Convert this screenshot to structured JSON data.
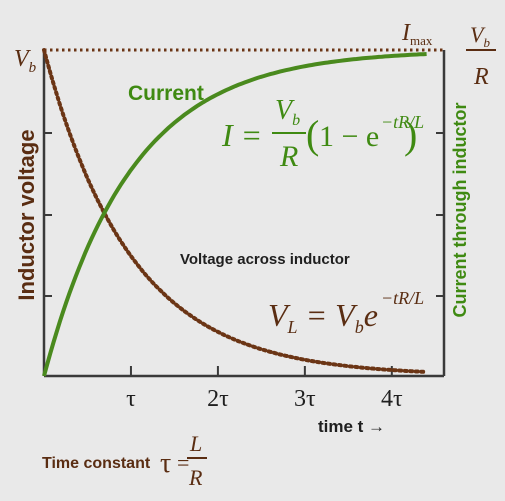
{
  "chart_data": {
    "type": "line",
    "title": "",
    "xlabel": "time t →",
    "ylabel_left": "Inductor voltage",
    "ylabel_right": "Current through inductor",
    "x_ticks": [
      "τ",
      "2τ",
      "3τ",
      "4τ"
    ],
    "x_tick_values": [
      1,
      2,
      3,
      4
    ],
    "xlim": [
      0,
      4.6
    ],
    "ylim": [
      0,
      1
    ],
    "left_axis_label": "Vb",
    "right_axis_label": "Vb/R",
    "max_label": "Imax",
    "time_constant_label": "Time constant",
    "time_constant_formula": {
      "symbol": "τ",
      "equals": "=",
      "num": "L",
      "den": "R"
    },
    "series": [
      {
        "name": "Current",
        "style": "solid",
        "color": "#4a8a1e",
        "x": [
          0,
          0.25,
          0.5,
          0.75,
          1,
          1.25,
          1.5,
          2,
          2.5,
          3,
          3.5,
          4,
          4.4
        ],
        "y": [
          0,
          0.221,
          0.393,
          0.528,
          0.632,
          0.713,
          0.777,
          0.865,
          0.918,
          0.95,
          0.97,
          0.982,
          0.988
        ],
        "formula": "I = (Vb/R)(1 − e^(−tR/L))"
      },
      {
        "name": "Voltage across inductor",
        "style": "dotted",
        "color": "#6b3515",
        "x": [
          0,
          0.25,
          0.5,
          0.75,
          1,
          1.25,
          1.5,
          2,
          2.5,
          3,
          3.5,
          4,
          4.4
        ],
        "y": [
          1,
          0.779,
          0.607,
          0.472,
          0.368,
          0.287,
          0.223,
          0.135,
          0.082,
          0.05,
          0.03,
          0.018,
          0.012
        ],
        "formula": "VL = Vb e^(−tR/L)"
      }
    ],
    "reference_line": {
      "y": 1,
      "style": "dotted",
      "label": "Imax"
    },
    "colors": {
      "axis": "#3a3a3a",
      "voltage": "#6b3515",
      "current": "#4a8a1e",
      "background": "#e9e9e9"
    }
  }
}
